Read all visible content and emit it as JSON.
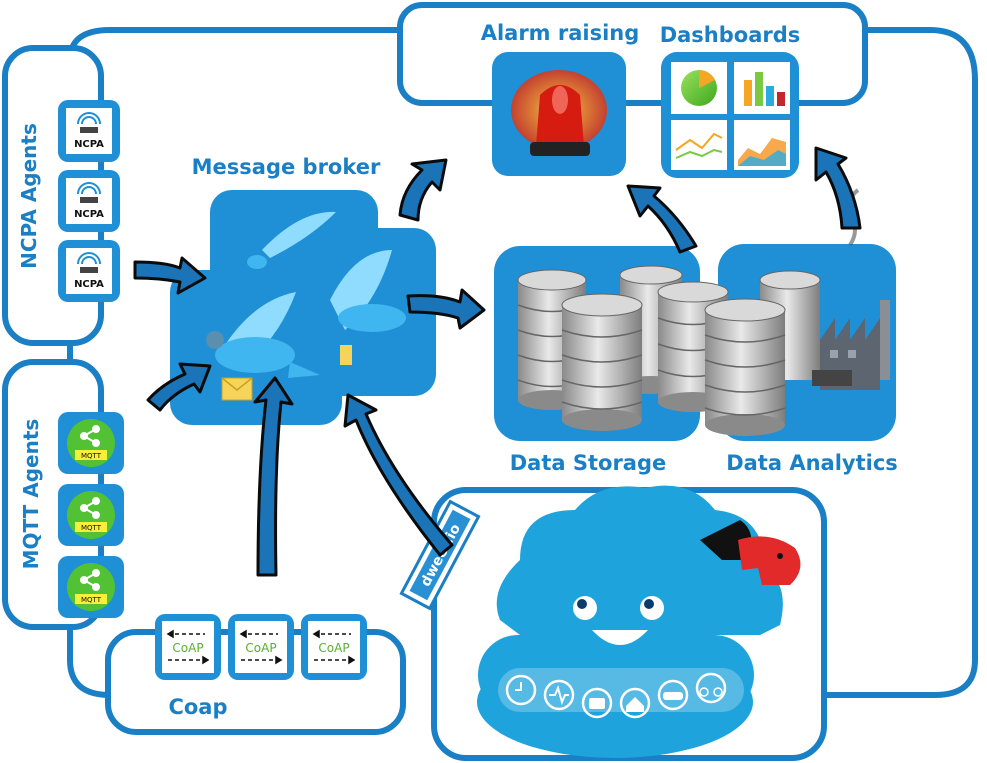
{
  "groups": {
    "ncpa_agents": "NCPA Agents",
    "mqtt_agents": "MQTT Agents",
    "message_broker": "Message broker",
    "alarm_raising": "Alarm raising",
    "dashboards": "Dashboards",
    "data_storage": "Data Storage",
    "data_analytics": "Data Analytics",
    "coap": "Coap"
  },
  "badges": {
    "ncpa": "NCPA",
    "mqtt": "MQTT",
    "coap": "CoAP",
    "dweet": "dweet.io"
  },
  "colors": {
    "frame": "#1a7fc4",
    "panel": "#1f8fd6",
    "arrow": "#1b73b8",
    "label": "#1a7fc4",
    "cloud": "#1fa3dc",
    "mqtt_green": "#52c234",
    "dashboard_bg": "#2a8ad1"
  }
}
